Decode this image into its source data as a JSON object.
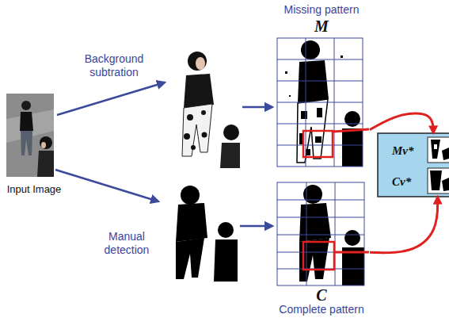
{
  "diagram": {
    "nodes": [
      {
        "text": [
          "Input Image"
        ]
      },
      {
        "text": [
          "Missing pattern",
          "M"
        ]
      },
      {
        "text": [
          "C",
          "Complete pattern"
        ]
      },
      {
        "text": [
          "Mv*",
          "Cv*"
        ]
      }
    ],
    "edges": [
      {
        "from": 1,
        "to": 3,
        "arrow": "to"
      },
      {
        "from": 2,
        "to": 3,
        "arrow": "to"
      }
    ],
    "labels": [
      "Background subtration",
      "Manual detection"
    ]
  }
}
